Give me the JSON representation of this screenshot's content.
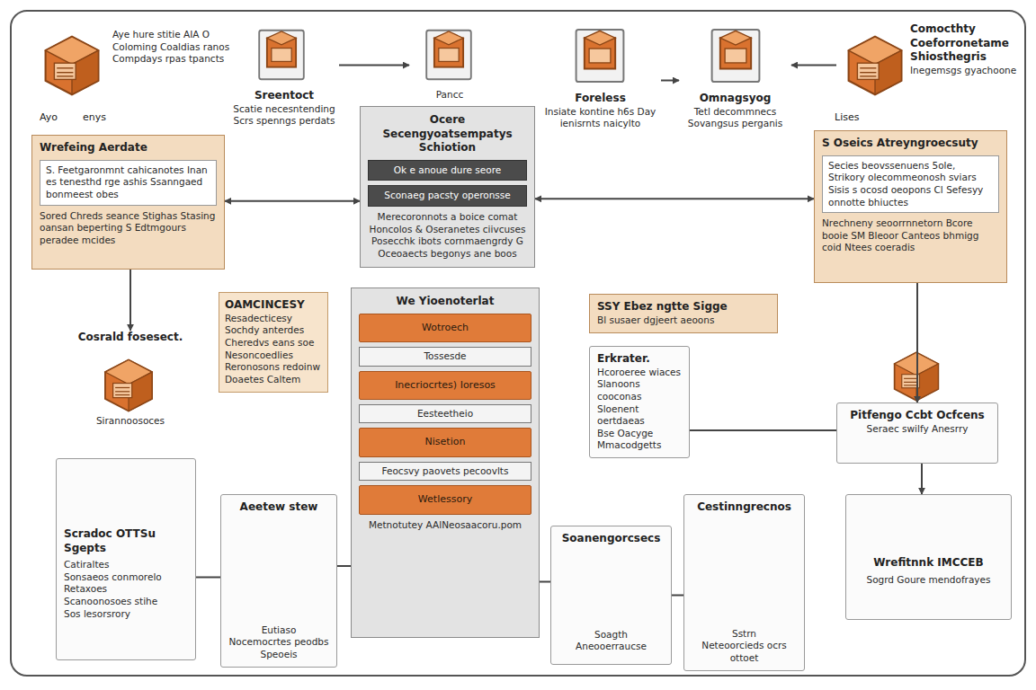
{
  "diagram": {
    "nodes": [
      {
        "text": [
          "Aye hure stitie AIA O Coloming Coaldias ranos Compdays rpas tpancts"
        ]
      },
      {
        "text": [
          "Sreentoct",
          "Scatie necesntending Scrs spenngs perdats"
        ]
      },
      {
        "text": [
          "Pancc"
        ]
      },
      {
        "text": [
          "Foreless",
          "Insiate kontine h6s Day ienisrnts naicylto"
        ]
      },
      {
        "text": [
          "Omnagsyog",
          "Tetl decommnecs Sovangsus perganis"
        ]
      },
      {
        "text": [
          "Comocthty Coeforronetame Shiosthegris",
          "Inegemsgs gyachoone"
        ]
      },
      {
        "text": [
          "Wrefeing Aerdate",
          "Sored Chreds seance Stighas Stasing oansan beperting S Edtmgours peradee mcides"
        ]
      },
      {
        "text": [
          "S. Feetgaronmnt cahicanotes Inan es tenesthd rge ashis Ssanngaed bonmeest obes"
        ],
        "in": 6
      },
      {
        "text": [
          "Ocere Secengyoatsempatys Schiotion",
          "Merecoronnots a boice comat Honcolos & Oseranetes ciivcuses Posecchk ibots cornmaengrdy G Oceoaects begonys ane boos"
        ]
      },
      {
        "text": [
          "Ok e anoue dure seore"
        ],
        "in": 8
      },
      {
        "text": [
          "Sconaeg pacsty operonsse"
        ],
        "in": 8
      },
      {
        "text": [
          "S Oseics Atreyngroecsuty",
          "Nrechneny seoorrnnetorn Bcore booie SM Bleoor Canteos bhmigg coid Ntees coeradis"
        ]
      },
      {
        "text": [
          "Secies beovssenuens 5ole, Strikory olecommeonosh sviars Sisis s ocosd oeopons Cl Sefesyy onnotte bhiuctes"
        ],
        "in": 11
      },
      {
        "text": [
          "OAMCINCESY",
          "Resadecticesy Sochdy anterdes Cheredvs eans soe Nesoncoedlies Reronosons redoinw Doaetes Caltem"
        ]
      },
      {
        "text": [
          "Cosrald fosesect.",
          "Sirannoosoces"
        ]
      },
      {
        "text": [
          "We Yioenoterlat",
          "Metnotutey AAlNeosaacoru.pom"
        ]
      },
      {
        "text": [
          "Wotroech"
        ],
        "in": 15
      },
      {
        "text": [
          "Tossesde"
        ],
        "in": 15
      },
      {
        "text": [
          "Inecriocrtes) Ioresos"
        ],
        "in": 15
      },
      {
        "text": [
          "Eesteetheio"
        ],
        "in": 15
      },
      {
        "text": [
          "Nisetion"
        ],
        "in": 15
      },
      {
        "text": [
          "Feocsvy paovets pecoovlts"
        ],
        "in": 15
      },
      {
        "text": [
          "Wetlessory"
        ],
        "in": 15
      },
      {
        "text": [
          "SSY Ebez ngtte Sigge",
          "Bl susaer dgjeert aeoons"
        ]
      },
      {
        "text": [
          "Erkrater.",
          "Hcoroeree wiaces",
          "Slanoons cooconas",
          "Sloenent oertdaeas",
          "Bse Oacyge",
          "Mmacodgetts"
        ]
      },
      {
        "text": [
          "Pitfengo Ccbt Ocfcens",
          "Seraec swilfy Anesrry"
        ]
      },
      {
        "text": [
          "Scradoc OTTSu Sgepts",
          "Catiraltes",
          "Sonsaeos conmorelo",
          "Retaxoes",
          "Scanoonosoes stihe",
          "Sos lesorsrory"
        ]
      },
      {
        "text": [
          "Aeetew stew",
          "Eutiaso",
          "Nocemocrtes peodbs Speoeis"
        ]
      },
      {
        "text": [
          "Soanengorcsecs",
          "Soagth",
          "Aneooerraucse"
        ]
      },
      {
        "text": [
          "Cestinngrecnos",
          "Sstrn",
          "Neteoorcieds ocrs ottoet"
        ]
      },
      {
        "text": [
          "Wrefitnnk IMCCEB",
          "Sogrd Goure mendofrayes"
        ]
      }
    ],
    "edges": [
      {
        "from": 1,
        "to": 2,
        "arrow": "to"
      },
      {
        "from": 3,
        "to": 4,
        "arrow": "to"
      },
      {
        "from": 5,
        "to": 4,
        "arrow": "to"
      },
      {
        "from": 6,
        "to": 8,
        "arrow": "both"
      },
      {
        "from": 8,
        "to": 11,
        "arrow": "both"
      },
      {
        "from": 6,
        "to": 14,
        "arrow": "to"
      },
      {
        "from": 11,
        "to": 25,
        "arrow": "to"
      },
      {
        "from": 25,
        "to": 30,
        "arrow": "to"
      },
      {
        "from": 24,
        "to": 25,
        "arrow": "none"
      },
      {
        "from": 27,
        "to": 15,
        "arrow": "none"
      },
      {
        "from": 15,
        "to": 28,
        "arrow": "none"
      },
      {
        "from": 28,
        "to": 29,
        "arrow": "none"
      },
      {
        "from": 26,
        "to": 27,
        "arrow": "none"
      }
    ],
    "labels": [
      "Ayo",
      "enys",
      "Lises"
    ]
  }
}
